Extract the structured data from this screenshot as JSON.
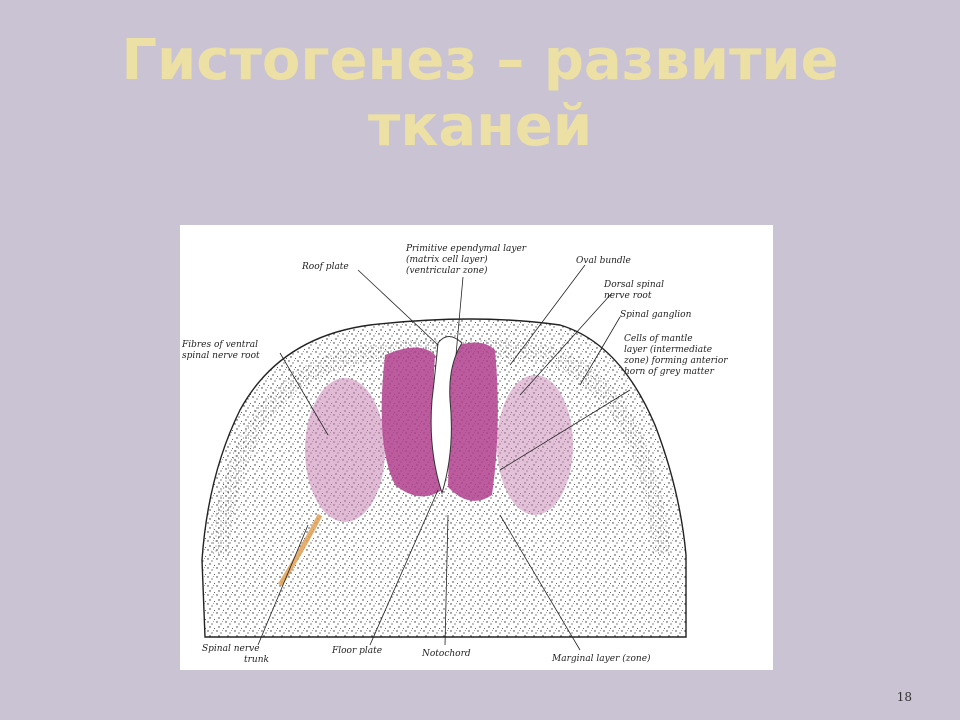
{
  "slide": {
    "title_line1": "Гистогенез – развитие",
    "title_line2": "тканей",
    "page_number": "18"
  },
  "figure": {
    "labels": {
      "roof_plate": "Roof plate",
      "ependymal_1": "Primitive ependymal layer",
      "ependymal_2": "(matrix cell layer)",
      "ependymal_3": "(ventricular zone)",
      "oval_bundle": "Oval bundle",
      "dorsal_1": "Dorsal spinal",
      "dorsal_2": "nerve root",
      "spinal_ganglion": "Spinal ganglion",
      "mantle_1": "Cells of mantle",
      "mantle_2": "layer (intermediate",
      "mantle_3": "zone) forming anterior",
      "mantle_4": "horn of grey matter",
      "fibres_1": "Fibres of ventral",
      "fibres_2": "spinal nerve root",
      "trunk_1": "Spinal nerve",
      "trunk_2": "trunk",
      "floor_plate": "Floor plate",
      "notochord": "Notochord",
      "marginal": "Marginal layer (zone)"
    },
    "colors": {
      "stain_magenta": "#b0408e",
      "stain_pink": "#c883b4",
      "stain_orange": "#e0a055",
      "stipple": "#2a2a2a"
    }
  }
}
